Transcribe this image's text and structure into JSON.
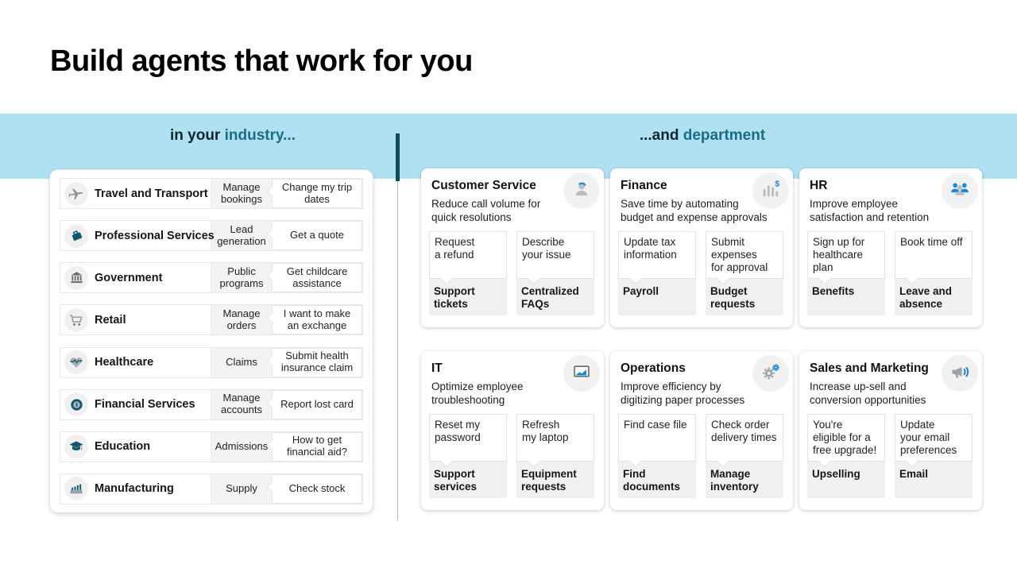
{
  "title": "Build agents that work for you",
  "band": {
    "left": {
      "prefix": "in your ",
      "accent": "industry..."
    },
    "right": {
      "prefix": "...and ",
      "accent": "department"
    }
  },
  "industries": [
    {
      "name": "Travel and Transport",
      "icon": "airplane-icon",
      "topic": "Manage\nbookings",
      "utterance": "Change my trip\ndates"
    },
    {
      "name": "Professional Services",
      "icon": "briefcase-icon",
      "topic": "Lead\ngeneration",
      "utterance": "Get a quote"
    },
    {
      "name": "Government",
      "icon": "bank-icon",
      "topic": "Public\nprograms",
      "utterance": "Get childcare\nassistance"
    },
    {
      "name": "Retail",
      "icon": "cart-icon",
      "topic": "Manage\norders",
      "utterance": "I want to make\nan exchange"
    },
    {
      "name": "Healthcare",
      "icon": "heart-pulse-icon",
      "topic": "Claims",
      "utterance": "Submit health\ninsurance claim"
    },
    {
      "name": "Financial Services",
      "icon": "coin-icon",
      "topic": "Manage\naccounts",
      "utterance": "Report lost card"
    },
    {
      "name": "Education",
      "icon": "graduation-cap-icon",
      "topic": "Admissions",
      "utterance": "How to get\nfinancial aid?"
    },
    {
      "name": "Manufacturing",
      "icon": "factory-icon",
      "topic": "Supply",
      "utterance": "Check stock"
    }
  ],
  "departments": [
    {
      "name": "Customer Service",
      "icon": "person-headset-icon",
      "description": "Reduce call volume for\nquick resolutions",
      "chips": [
        {
          "utterance": "Request\na refund",
          "topic": "Support\ntickets"
        },
        {
          "utterance": "Describe\nyour issue",
          "topic": "Centralized\nFAQs"
        }
      ]
    },
    {
      "name": "Finance",
      "icon": "chart-dollar-icon",
      "description": "Save time by automating\nbudget and expense approvals",
      "chips": [
        {
          "utterance": "Update tax\ninformation",
          "topic": "Payroll"
        },
        {
          "utterance": "Submit\nexpenses\nfor approval",
          "topic": "Budget\nrequests"
        }
      ]
    },
    {
      "name": "HR",
      "icon": "people-group-icon",
      "description": "Improve employee\nsatisfaction and retention",
      "chips": [
        {
          "utterance": "Sign up for\nhealthcare\nplan",
          "topic": "Benefits"
        },
        {
          "utterance": "Book time off",
          "topic": "Leave and\nabsence"
        }
      ]
    },
    {
      "name": "IT",
      "icon": "monitor-chart-icon",
      "description": "Optimize employee\ntroubleshooting",
      "chips": [
        {
          "utterance": "Reset my\npassword",
          "topic": "Support\nservices"
        },
        {
          "utterance": "Refresh\nmy laptop",
          "topic": "Equipment\nrequests"
        }
      ]
    },
    {
      "name": "Operations",
      "icon": "gears-icon",
      "description": "Improve efficiency by\ndigitizing paper processes",
      "chips": [
        {
          "utterance": "Find case file",
          "topic": "Find\ndocuments"
        },
        {
          "utterance": "Check order\ndelivery times",
          "topic": "Manage\ninventory"
        }
      ]
    },
    {
      "name": "Sales and Marketing",
      "icon": "megaphone-icon",
      "description": "Increase up-sell and\nconversion opportunities",
      "chips": [
        {
          "utterance": "You're\neligible for a\nfree upgrade!",
          "topic": "Upselling"
        },
        {
          "utterance": "Update\nyour email\npreferences",
          "topic": "Email"
        }
      ]
    }
  ],
  "colors": {
    "band_blue": "#b0e1f2",
    "accent_teal": "#1c6b84",
    "divider_teal": "#0d4a5c",
    "icon_blue": "#1e86d0",
    "icon_teal": "#11576d",
    "icon_gray": "#9aa2a8"
  }
}
